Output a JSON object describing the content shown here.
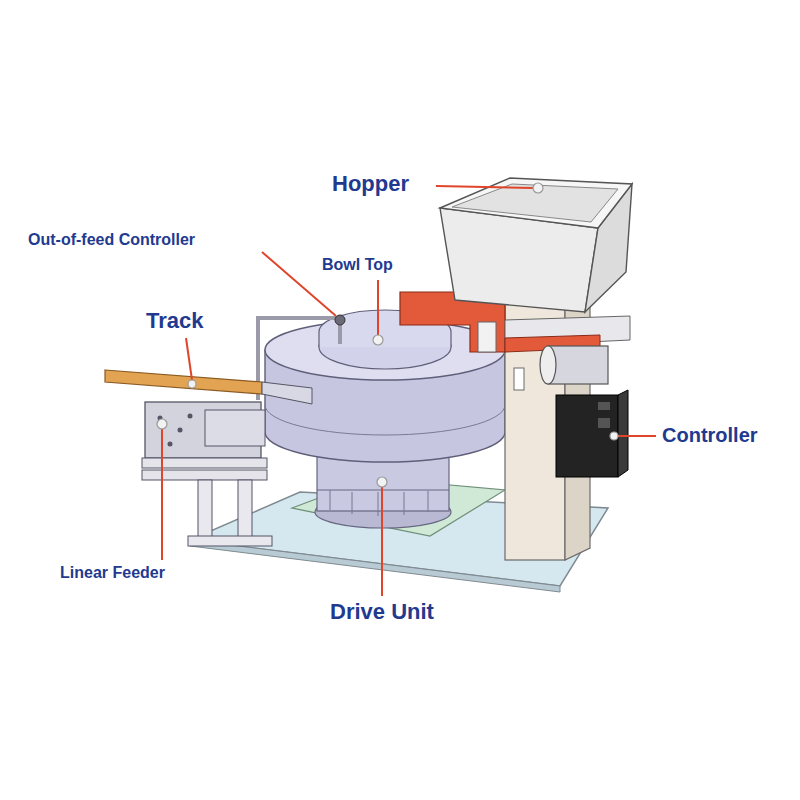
{
  "diagram": {
    "labels": [
      "Hopper",
      "Out-of-feed Controller",
      "Bowl Top",
      "Track",
      "Controller",
      "Linear Feeder",
      "Drive Unit"
    ]
  }
}
